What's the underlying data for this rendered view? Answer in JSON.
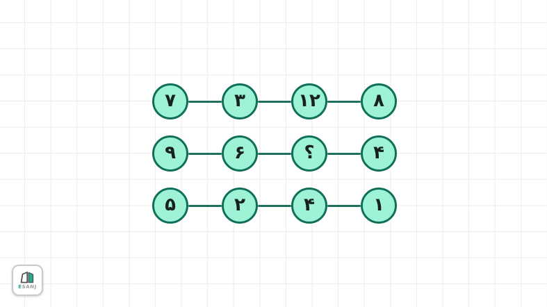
{
  "theme": {
    "canvas-bg": "#ffffff",
    "grid-line": "#ececec",
    "circle-fill": "#9ef2d6",
    "circle-border": "#0f6f58",
    "connector": "#1e6f5b",
    "number": "#17221f",
    "badge-border": "#c8cbce",
    "badge-bg": "#ffffff",
    "logo-accent": "#2aa78c",
    "logo-gray": "#9aa0a4",
    "logo-dark": "#4c5155"
  },
  "puzzle": {
    "description": "number-sequence-puzzle-grid",
    "rows": [
      {
        "cells": [
          "۷",
          "۳",
          "۱۲",
          "۸"
        ]
      },
      {
        "cells": [
          "۹",
          "۶",
          "؟",
          "۴"
        ]
      },
      {
        "cells": [
          "۵",
          "۲",
          "۴",
          "۱"
        ]
      }
    ]
  },
  "logo": {
    "accent_letter": "E",
    "rest_letters": "SANJ"
  }
}
